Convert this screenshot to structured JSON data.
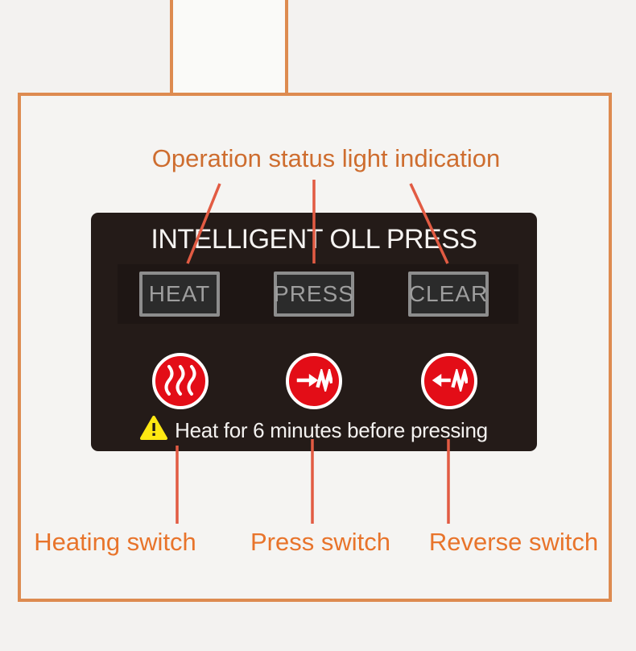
{
  "page": {
    "background_color": "#f3f2f0",
    "frame_color": "#dd8b50",
    "leader_line_color": "#e25b43",
    "label_color_top": "#ce6d2f",
    "label_color_bottom": "#e8742b",
    "button_red": "#e30d17",
    "panel_color": "#241b18",
    "warning_yellow": "#ffe812"
  },
  "annotations": {
    "top_label": "Operation status light indication",
    "bottom_labels": {
      "heating": "Heating switch",
      "press": "Press switch",
      "reverse": "Reverse switch"
    }
  },
  "panel": {
    "title": "INTELLIGENT OLL PRESS",
    "indicators": [
      {
        "label": "HEAT"
      },
      {
        "label": "PRESS"
      },
      {
        "label": "CLEAR"
      }
    ],
    "buttons": [
      {
        "name": "heating",
        "icon": "heat-waves-icon"
      },
      {
        "name": "press",
        "icon": "press-forward-icon"
      },
      {
        "name": "reverse",
        "icon": "reverse-arrow-icon"
      }
    ],
    "warning": {
      "icon": "warning-triangle-icon",
      "text": "Heat for 6 minutes before pressing"
    }
  }
}
